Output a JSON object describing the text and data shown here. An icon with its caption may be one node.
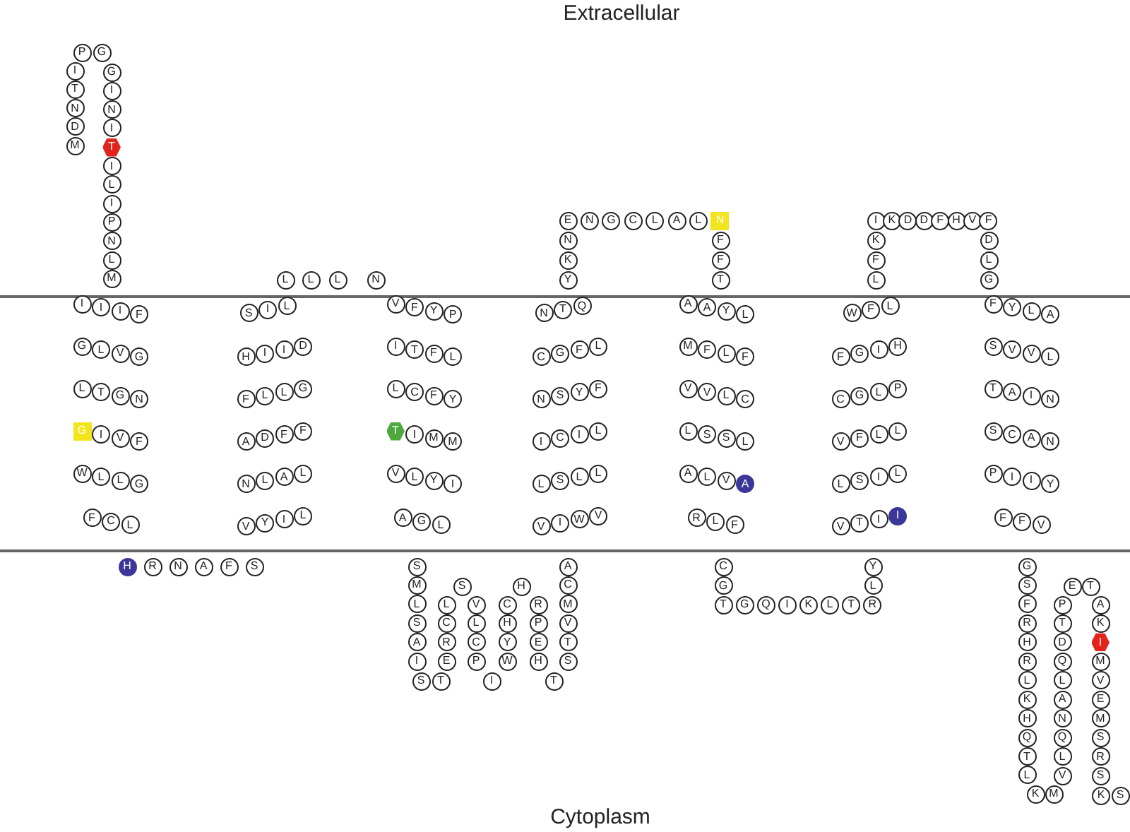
{
  "diagram": {
    "nodes": [
      {
        "text": [
          "P"
        ]
      },
      {
        "text": [
          "G"
        ]
      },
      {
        "text": [
          "I"
        ]
      },
      {
        "text": [
          "T"
        ]
      },
      {
        "text": [
          "N"
        ]
      },
      {
        "text": [
          "D"
        ]
      },
      {
        "text": [
          "M"
        ]
      },
      {
        "text": [
          "G"
        ]
      },
      {
        "text": [
          "I"
        ]
      },
      {
        "text": [
          "N"
        ]
      },
      {
        "text": [
          "I"
        ]
      },
      {
        "text": [
          "T"
        ]
      },
      {
        "text": [
          "I"
        ]
      },
      {
        "text": [
          "L"
        ]
      },
      {
        "text": [
          "I"
        ]
      },
      {
        "text": [
          "P"
        ]
      },
      {
        "text": [
          "N"
        ]
      },
      {
        "text": [
          "L"
        ]
      },
      {
        "text": [
          "M"
        ]
      },
      {
        "text": [
          "L"
        ]
      },
      {
        "text": [
          "L"
        ]
      },
      {
        "text": [
          "L"
        ]
      },
      {
        "text": [
          "N"
        ]
      },
      {
        "text": [
          "E"
        ]
      },
      {
        "text": [
          "N"
        ]
      },
      {
        "text": [
          "G"
        ]
      },
      {
        "text": [
          "C"
        ]
      },
      {
        "text": [
          "L"
        ]
      },
      {
        "text": [
          "A"
        ]
      },
      {
        "text": [
          "L"
        ]
      },
      {
        "text": [
          "N"
        ]
      },
      {
        "text": [
          "N"
        ]
      },
      {
        "text": [
          "K"
        ]
      },
      {
        "text": [
          "Y"
        ]
      },
      {
        "text": [
          "F"
        ]
      },
      {
        "text": [
          "F"
        ]
      },
      {
        "text": [
          "T"
        ]
      },
      {
        "text": [
          "I"
        ]
      },
      {
        "text": [
          "K"
        ]
      },
      {
        "text": [
          "D"
        ]
      },
      {
        "text": [
          "D"
        ]
      },
      {
        "text": [
          "F"
        ]
      },
      {
        "text": [
          "H"
        ]
      },
      {
        "text": [
          "V"
        ]
      },
      {
        "text": [
          "F"
        ]
      },
      {
        "text": [
          "K"
        ]
      },
      {
        "text": [
          "F"
        ]
      },
      {
        "text": [
          "L"
        ]
      },
      {
        "text": [
          "D"
        ]
      },
      {
        "text": [
          "L"
        ]
      },
      {
        "text": [
          "G"
        ]
      },
      {
        "text": [
          "I"
        ]
      },
      {
        "text": [
          "I"
        ]
      },
      {
        "text": [
          "I"
        ]
      },
      {
        "text": [
          "F"
        ]
      },
      {
        "text": [
          "G"
        ]
      },
      {
        "text": [
          "L"
        ]
      },
      {
        "text": [
          "V"
        ]
      },
      {
        "text": [
          "G"
        ]
      },
      {
        "text": [
          "L"
        ]
      },
      {
        "text": [
          "T"
        ]
      },
      {
        "text": [
          "G"
        ]
      },
      {
        "text": [
          "N"
        ]
      },
      {
        "text": [
          "G"
        ]
      },
      {
        "text": [
          "I"
        ]
      },
      {
        "text": [
          "V"
        ]
      },
      {
        "text": [
          "F"
        ]
      },
      {
        "text": [
          "W"
        ]
      },
      {
        "text": [
          "L"
        ]
      },
      {
        "text": [
          "L"
        ]
      },
      {
        "text": [
          "G"
        ]
      },
      {
        "text": [
          "F"
        ]
      },
      {
        "text": [
          "C"
        ]
      },
      {
        "text": [
          "L"
        ]
      },
      {
        "text": [
          "S"
        ]
      },
      {
        "text": [
          "I"
        ]
      },
      {
        "text": [
          "L"
        ]
      },
      {
        "text": [
          "H"
        ]
      },
      {
        "text": [
          "I"
        ]
      },
      {
        "text": [
          "I"
        ]
      },
      {
        "text": [
          "D"
        ]
      },
      {
        "text": [
          "F"
        ]
      },
      {
        "text": [
          "L"
        ]
      },
      {
        "text": [
          "L"
        ]
      },
      {
        "text": [
          "G"
        ]
      },
      {
        "text": [
          "A"
        ]
      },
      {
        "text": [
          "D"
        ]
      },
      {
        "text": [
          "F"
        ]
      },
      {
        "text": [
          "F"
        ]
      },
      {
        "text": [
          "N"
        ]
      },
      {
        "text": [
          "L"
        ]
      },
      {
        "text": [
          "A"
        ]
      },
      {
        "text": [
          "L"
        ]
      },
      {
        "text": [
          "V"
        ]
      },
      {
        "text": [
          "Y"
        ]
      },
      {
        "text": [
          "I"
        ]
      },
      {
        "text": [
          "L"
        ]
      },
      {
        "text": [
          "V"
        ]
      },
      {
        "text": [
          "F"
        ]
      },
      {
        "text": [
          "Y"
        ]
      },
      {
        "text": [
          "P"
        ]
      },
      {
        "text": [
          "I"
        ]
      },
      {
        "text": [
          "T"
        ]
      },
      {
        "text": [
          "F"
        ]
      },
      {
        "text": [
          "L"
        ]
      },
      {
        "text": [
          "L"
        ]
      },
      {
        "text": [
          "C"
        ]
      },
      {
        "text": [
          "F"
        ]
      },
      {
        "text": [
          "Y"
        ]
      },
      {
        "text": [
          "T"
        ]
      },
      {
        "text": [
          "I"
        ]
      },
      {
        "text": [
          "M"
        ]
      },
      {
        "text": [
          "M"
        ]
      },
      {
        "text": [
          "V"
        ]
      },
      {
        "text": [
          "L"
        ]
      },
      {
        "text": [
          "Y"
        ]
      },
      {
        "text": [
          "I"
        ]
      },
      {
        "text": [
          "A"
        ]
      },
      {
        "text": [
          "G"
        ]
      },
      {
        "text": [
          "L"
        ]
      },
      {
        "text": [
          "N"
        ]
      },
      {
        "text": [
          "T"
        ]
      },
      {
        "text": [
          "Q"
        ]
      },
      {
        "text": [
          "C"
        ]
      },
      {
        "text": [
          "G"
        ]
      },
      {
        "text": [
          "F"
        ]
      },
      {
        "text": [
          "L"
        ]
      },
      {
        "text": [
          "N"
        ]
      },
      {
        "text": [
          "S"
        ]
      },
      {
        "text": [
          "Y"
        ]
      },
      {
        "text": [
          "F"
        ]
      },
      {
        "text": [
          "I"
        ]
      },
      {
        "text": [
          "C"
        ]
      },
      {
        "text": [
          "I"
        ]
      },
      {
        "text": [
          "L"
        ]
      },
      {
        "text": [
          "L"
        ]
      },
      {
        "text": [
          "S"
        ]
      },
      {
        "text": [
          "L"
        ]
      },
      {
        "text": [
          "L"
        ]
      },
      {
        "text": [
          "V"
        ]
      },
      {
        "text": [
          "I"
        ]
      },
      {
        "text": [
          "W"
        ]
      },
      {
        "text": [
          "V"
        ]
      },
      {
        "text": [
          "A"
        ]
      },
      {
        "text": [
          "A"
        ]
      },
      {
        "text": [
          "Y"
        ]
      },
      {
        "text": [
          "L"
        ]
      },
      {
        "text": [
          "M"
        ]
      },
      {
        "text": [
          "F"
        ]
      },
      {
        "text": [
          "L"
        ]
      },
      {
        "text": [
          "F"
        ]
      },
      {
        "text": [
          "V"
        ]
      },
      {
        "text": [
          "V"
        ]
      },
      {
        "text": [
          "L"
        ]
      },
      {
        "text": [
          "C"
        ]
      },
      {
        "text": [
          "L"
        ]
      },
      {
        "text": [
          "S"
        ]
      },
      {
        "text": [
          "S"
        ]
      },
      {
        "text": [
          "L"
        ]
      },
      {
        "text": [
          "A"
        ]
      },
      {
        "text": [
          "L"
        ]
      },
      {
        "text": [
          "V"
        ]
      },
      {
        "text": [
          "A"
        ]
      },
      {
        "text": [
          "R"
        ]
      },
      {
        "text": [
          "L"
        ]
      },
      {
        "text": [
          "F"
        ]
      },
      {
        "text": [
          "W"
        ]
      },
      {
        "text": [
          "F"
        ]
      },
      {
        "text": [
          "L"
        ]
      },
      {
        "text": [
          "F"
        ]
      },
      {
        "text": [
          "G"
        ]
      },
      {
        "text": [
          "I"
        ]
      },
      {
        "text": [
          "H"
        ]
      },
      {
        "text": [
          "C"
        ]
      },
      {
        "text": [
          "G"
        ]
      },
      {
        "text": [
          "L"
        ]
      },
      {
        "text": [
          "P"
        ]
      },
      {
        "text": [
          "V"
        ]
      },
      {
        "text": [
          "F"
        ]
      },
      {
        "text": [
          "L"
        ]
      },
      {
        "text": [
          "L"
        ]
      },
      {
        "text": [
          "L"
        ]
      },
      {
        "text": [
          "S"
        ]
      },
      {
        "text": [
          "I"
        ]
      },
      {
        "text": [
          "L"
        ]
      },
      {
        "text": [
          "V"
        ]
      },
      {
        "text": [
          "T"
        ]
      },
      {
        "text": [
          "I"
        ]
      },
      {
        "text": [
          "I"
        ]
      },
      {
        "text": [
          "F"
        ]
      },
      {
        "text": [
          "Y"
        ]
      },
      {
        "text": [
          "L"
        ]
      },
      {
        "text": [
          "A"
        ]
      },
      {
        "text": [
          "S"
        ]
      },
      {
        "text": [
          "V"
        ]
      },
      {
        "text": [
          "V"
        ]
      },
      {
        "text": [
          "L"
        ]
      },
      {
        "text": [
          "T"
        ]
      },
      {
        "text": [
          "A"
        ]
      },
      {
        "text": [
          "I"
        ]
      },
      {
        "text": [
          "N"
        ]
      },
      {
        "text": [
          "S"
        ]
      },
      {
        "text": [
          "C"
        ]
      },
      {
        "text": [
          "A"
        ]
      },
      {
        "text": [
          "N"
        ]
      },
      {
        "text": [
          "P"
        ]
      },
      {
        "text": [
          "I"
        ]
      },
      {
        "text": [
          "I"
        ]
      },
      {
        "text": [
          "Y"
        ]
      },
      {
        "text": [
          "F"
        ]
      },
      {
        "text": [
          "F"
        ]
      },
      {
        "text": [
          "V"
        ]
      },
      {
        "text": [
          "H"
        ]
      },
      {
        "text": [
          "R"
        ]
      },
      {
        "text": [
          "N"
        ]
      },
      {
        "text": [
          "A"
        ]
      },
      {
        "text": [
          "F"
        ]
      },
      {
        "text": [
          "S"
        ]
      },
      {
        "text": [
          "S"
        ]
      },
      {
        "text": [
          "M"
        ]
      },
      {
        "text": [
          "L"
        ]
      },
      {
        "text": [
          "S"
        ]
      },
      {
        "text": [
          "A"
        ]
      },
      {
        "text": [
          "I"
        ]
      },
      {
        "text": [
          "S"
        ]
      },
      {
        "text": [
          "T"
        ]
      },
      {
        "text": [
          "S"
        ]
      },
      {
        "text": [
          "L"
        ]
      },
      {
        "text": [
          "C"
        ]
      },
      {
        "text": [
          "R"
        ]
      },
      {
        "text": [
          "E"
        ]
      },
      {
        "text": [
          "V"
        ]
      },
      {
        "text": [
          "L"
        ]
      },
      {
        "text": [
          "C"
        ]
      },
      {
        "text": [
          "P"
        ]
      },
      {
        "text": [
          "I"
        ]
      },
      {
        "text": [
          "H"
        ]
      },
      {
        "text": [
          "C"
        ]
      },
      {
        "text": [
          "H"
        ]
      },
      {
        "text": [
          "Y"
        ]
      },
      {
        "text": [
          "W"
        ]
      },
      {
        "text": [
          "R"
        ]
      },
      {
        "text": [
          "P"
        ]
      },
      {
        "text": [
          "E"
        ]
      },
      {
        "text": [
          "H"
        ]
      },
      {
        "text": [
          "T"
        ]
      },
      {
        "text": [
          "A"
        ]
      },
      {
        "text": [
          "C"
        ]
      },
      {
        "text": [
          "M"
        ]
      },
      {
        "text": [
          "V"
        ]
      },
      {
        "text": [
          "T"
        ]
      },
      {
        "text": [
          "S"
        ]
      },
      {
        "text": [
          "C"
        ]
      },
      {
        "text": [
          "G"
        ]
      },
      {
        "text": [
          "T"
        ]
      },
      {
        "text": [
          "G"
        ]
      },
      {
        "text": [
          "Q"
        ]
      },
      {
        "text": [
          "I"
        ]
      },
      {
        "text": [
          "K"
        ]
      },
      {
        "text": [
          "L"
        ]
      },
      {
        "text": [
          "T"
        ]
      },
      {
        "text": [
          "R"
        ]
      },
      {
        "text": [
          "Y"
        ]
      },
      {
        "text": [
          "L"
        ]
      },
      {
        "text": [
          "G"
        ]
      },
      {
        "text": [
          "S"
        ]
      },
      {
        "text": [
          "F"
        ]
      },
      {
        "text": [
          "R"
        ]
      },
      {
        "text": [
          "H"
        ]
      },
      {
        "text": [
          "R"
        ]
      },
      {
        "text": [
          "L"
        ]
      },
      {
        "text": [
          "K"
        ]
      },
      {
        "text": [
          "H"
        ]
      },
      {
        "text": [
          "Q"
        ]
      },
      {
        "text": [
          "T"
        ]
      },
      {
        "text": [
          "L"
        ]
      },
      {
        "text": [
          "K"
        ]
      },
      {
        "text": [
          "M"
        ]
      },
      {
        "text": [
          "E"
        ]
      },
      {
        "text": [
          "T"
        ]
      },
      {
        "text": [
          "P"
        ]
      },
      {
        "text": [
          "T"
        ]
      },
      {
        "text": [
          "D"
        ]
      },
      {
        "text": [
          "Q"
        ]
      },
      {
        "text": [
          "L"
        ]
      },
      {
        "text": [
          "A"
        ]
      },
      {
        "text": [
          "N"
        ]
      },
      {
        "text": [
          "Q"
        ]
      },
      {
        "text": [
          "L"
        ]
      },
      {
        "text": [
          "V"
        ]
      },
      {
        "text": [
          "A"
        ]
      },
      {
        "text": [
          "K"
        ]
      },
      {
        "text": [
          "I"
        ]
      },
      {
        "text": [
          "M"
        ]
      },
      {
        "text": [
          "V"
        ]
      },
      {
        "text": [
          "E"
        ]
      },
      {
        "text": [
          "M"
        ]
      },
      {
        "text": [
          "S"
        ]
      },
      {
        "text": [
          "R"
        ]
      },
      {
        "text": [
          "S"
        ]
      },
      {
        "text": [
          "K"
        ]
      },
      {
        "text": [
          "S"
        ]
      }
    ],
    "labels": [
      "Extracellular",
      "Cytoplasm"
    ]
  }
}
